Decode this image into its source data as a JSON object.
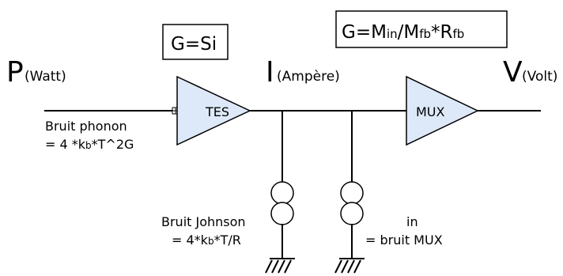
{
  "gain_boxes": {
    "tes": {
      "text": "G=Si"
    },
    "mux": {
      "main": "G=M",
      "sub1": "in",
      "slash": "/M",
      "sub2": "fb",
      "star": "*R",
      "sub3": "fb"
    }
  },
  "signals": {
    "power": {
      "letter": "P",
      "unit": "(Watt)"
    },
    "current": {
      "letter": "I",
      "unit": "(Ampère)"
    },
    "voltage": {
      "letter": "V",
      "unit": "(Volt)"
    }
  },
  "blocks": {
    "tes": "TES",
    "mux": "MUX"
  },
  "noise": {
    "phonon": {
      "line1": "Bruit phonon",
      "line2_a": "= 4 *k",
      "line2_sub": "b",
      "line2_b": "*T^2G"
    },
    "johnson": {
      "line1": "Bruit Johnson",
      "line2_a": "= 4*k",
      "line2_sub": "b",
      "line2_b": "*T/R"
    },
    "mux": {
      "line1": "in",
      "line2": "= bruit MUX"
    }
  }
}
